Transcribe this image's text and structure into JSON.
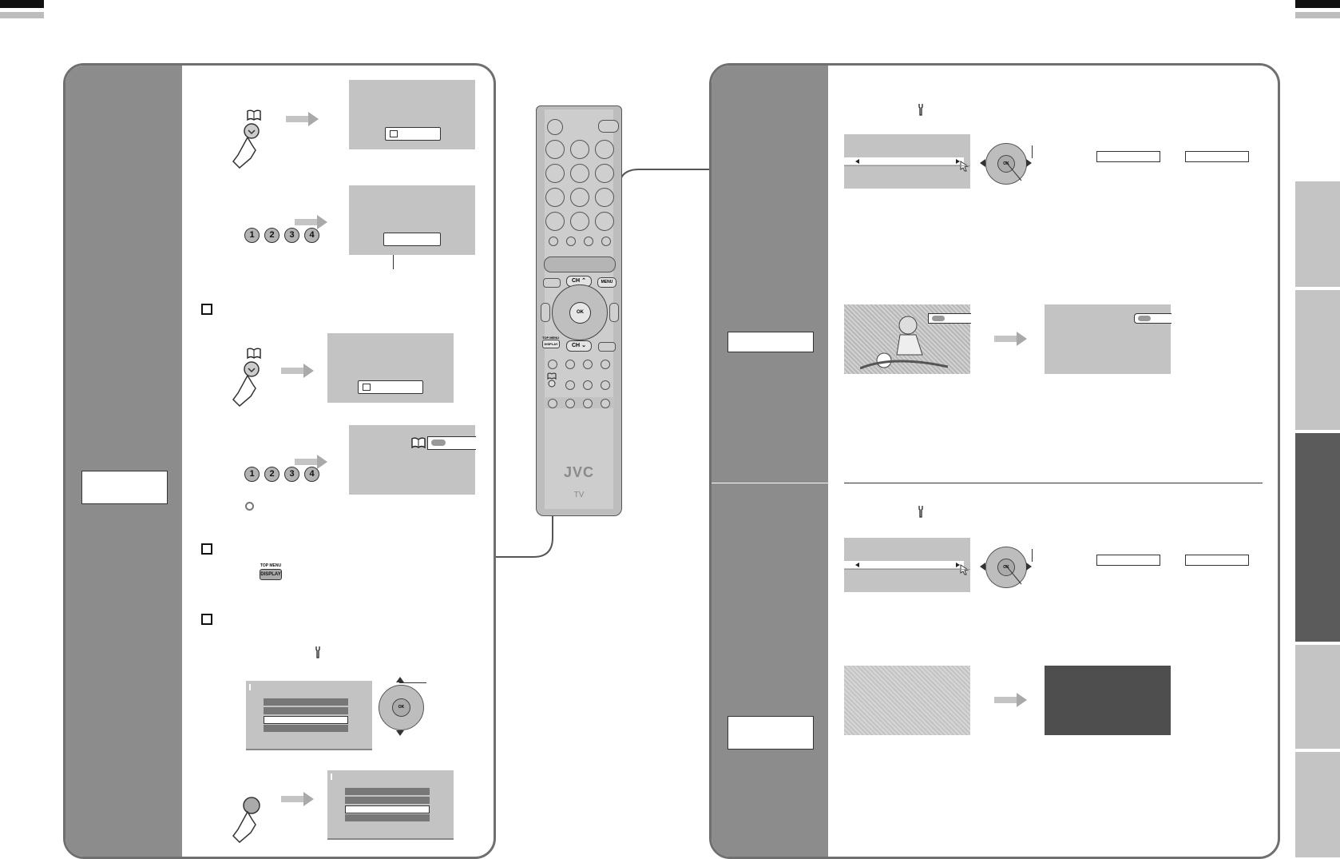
{
  "remote": {
    "brand": "JVC",
    "product": "TV",
    "buttons": {
      "ch_up": "CH",
      "ch_down": "CH",
      "menu": "MENU",
      "ok": "OK",
      "top_menu": "TOP MENU",
      "display": "DISPLAY"
    }
  },
  "left_panel": {
    "step_numbers": [
      "1",
      "2",
      "3",
      "4"
    ],
    "display_button": {
      "top_label": "TOP MENU",
      "label": "DISPLAY"
    },
    "dpad_ok": "OK"
  },
  "right_panel": {
    "dpad_ok_top": "OK",
    "dpad_ok_bottom": "OK"
  },
  "colors": {
    "side_bar": "#8c8c8c",
    "screen_gray": "#c3c3c3",
    "dark_screen": "#4e4e4e",
    "active_tab": "#5b5b5b",
    "panel_border": "#6f6f6f"
  }
}
